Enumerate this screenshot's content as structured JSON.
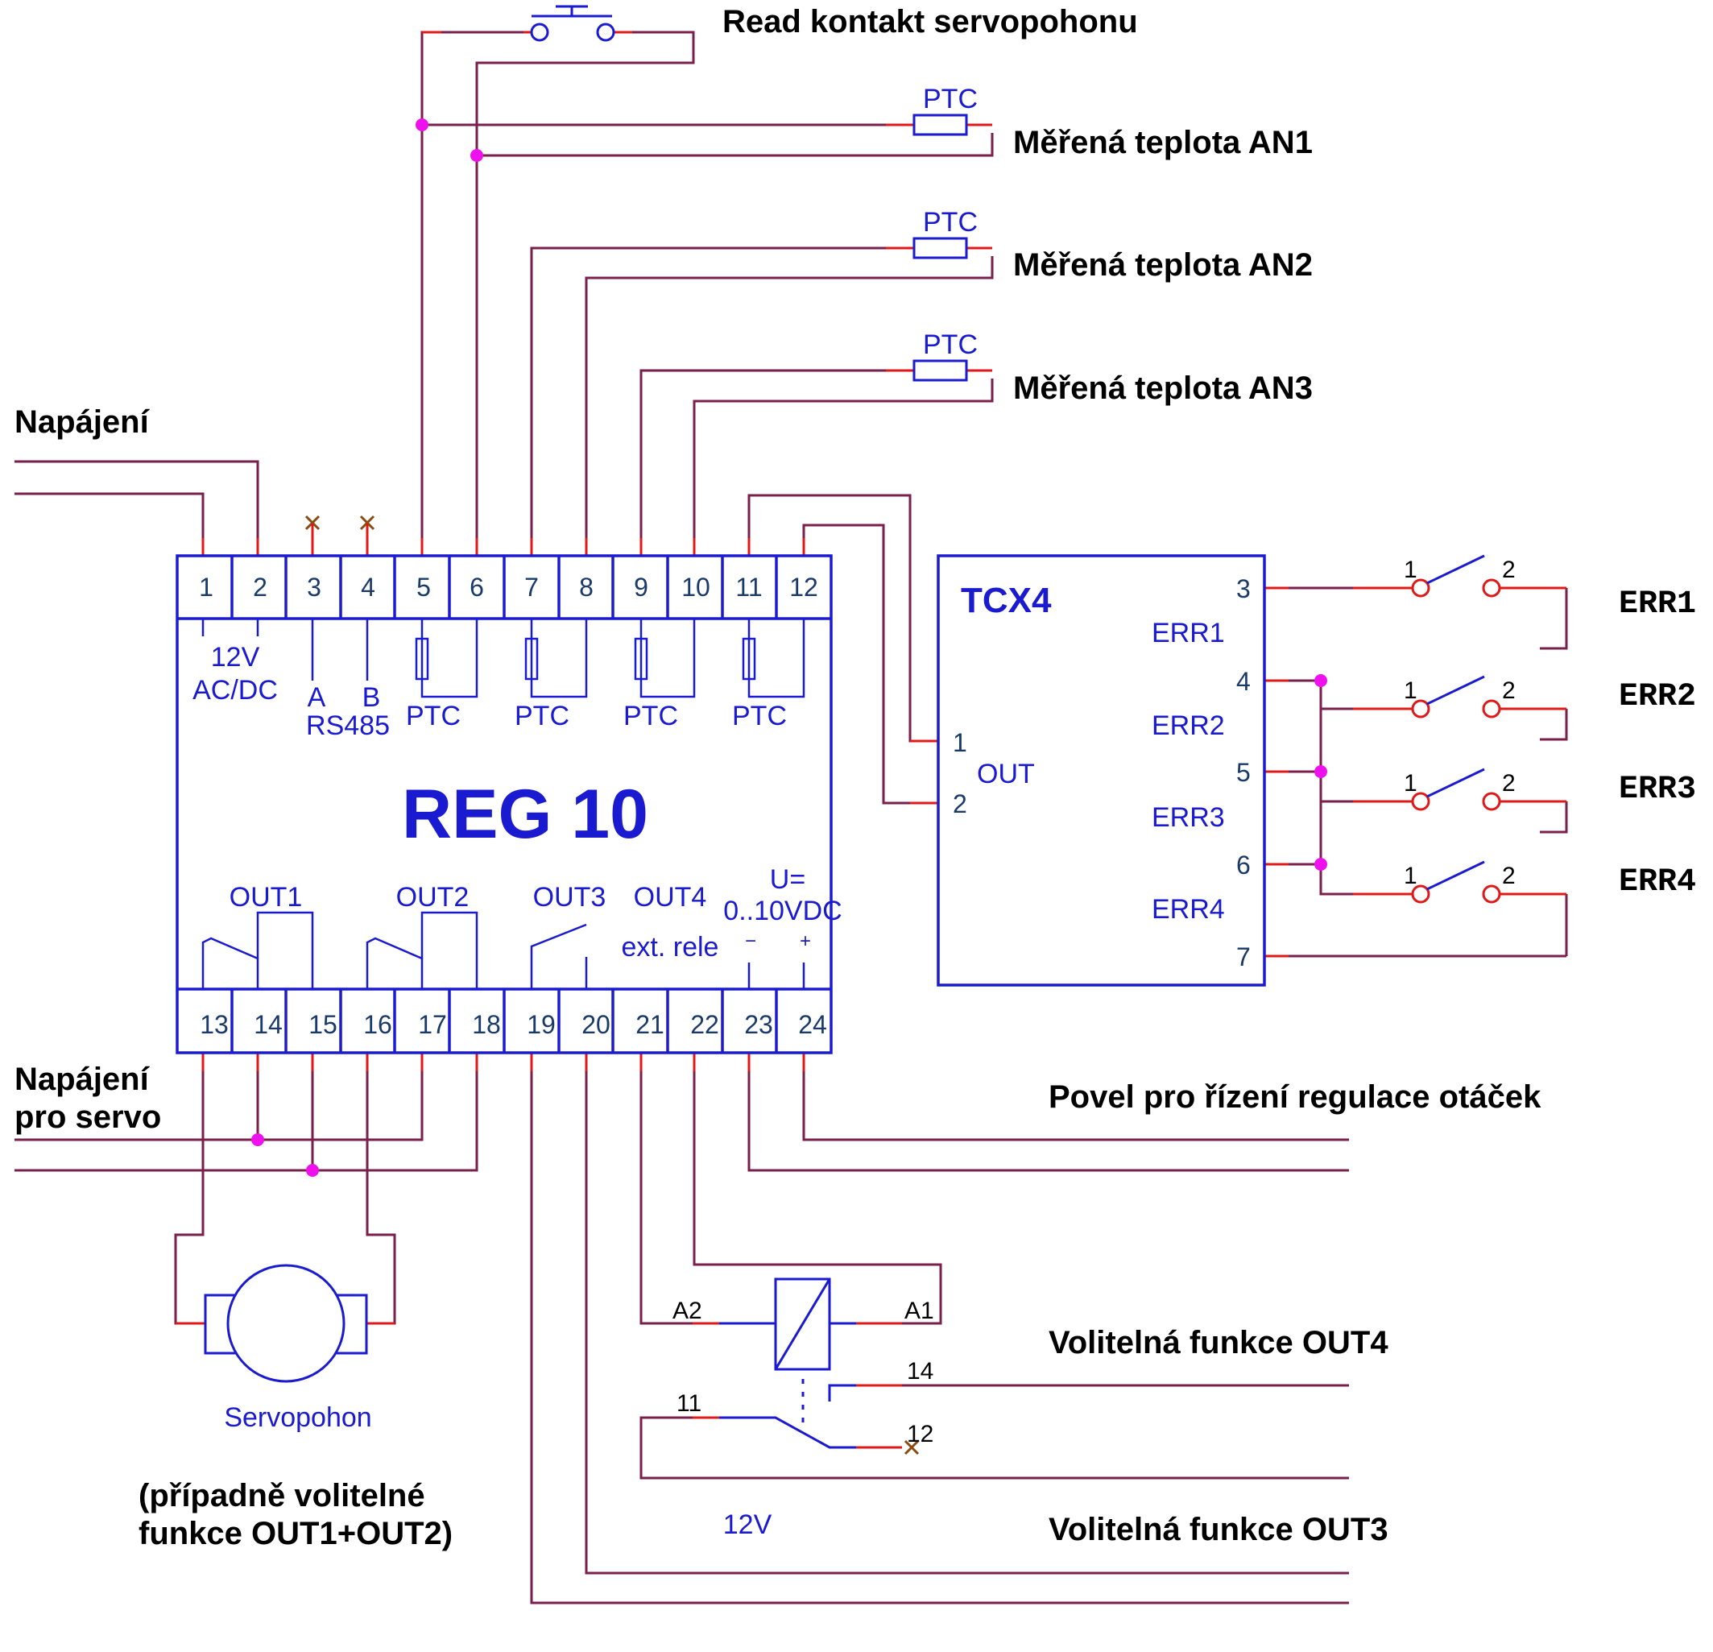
{
  "labels": {
    "reed": "Read kontakt servopohonu",
    "an1": "Měřená teplota AN1",
    "an2": "Měřená teplota AN2",
    "an3": "Měřená teplota AN3",
    "power": "Napájení",
    "servo_power_1": "Napájení",
    "servo_power_2": "pro servo",
    "speed_cmd": "Povel pro řízení regulace otáček",
    "opt_out4": "Volitelná funkce OUT4",
    "opt_out3": "Volitelná funkce OUT3",
    "servo": "Servopohon",
    "note1": "(případně volitelné",
    "note2": "funkce OUT1+OUT2)",
    "v12": "12V",
    "ptc": "PTC"
  },
  "reg10": {
    "title": "REG 10",
    "top_terminals": [
      "1",
      "2",
      "3",
      "4",
      "5",
      "6",
      "7",
      "8",
      "9",
      "10",
      "11",
      "12"
    ],
    "bottom_terminals": [
      "13",
      "14",
      "15",
      "16",
      "17",
      "18",
      "19",
      "20",
      "21",
      "22",
      "23",
      "24"
    ],
    "supply_1": "12V",
    "supply_2": "AC/DC",
    "rs_a": "A",
    "rs_b": "B",
    "rs485": "RS485",
    "ptc": "PTC",
    "out1": "OUT1",
    "out2": "OUT2",
    "out3": "OUT3",
    "out4": "OUT4",
    "ext_rele": "ext. rele",
    "u_label_1": "U=",
    "u_label_2": "0..10VDC",
    "minus": "−",
    "plus": "+"
  },
  "tcx4": {
    "title": "TCX4",
    "out": "OUT",
    "pin1": "1",
    "pin2": "2",
    "pins_right": [
      "3",
      "4",
      "5",
      "6",
      "7"
    ],
    "err_labels": [
      "ERR1",
      "ERR2",
      "ERR3",
      "ERR4"
    ]
  },
  "switches": {
    "err": [
      "ERR1",
      "ERR2",
      "ERR3",
      "ERR4"
    ],
    "pin1": "1",
    "pin2": "2"
  },
  "relay": {
    "a1": "A1",
    "a2": "A2",
    "p11": "11",
    "p12": "12",
    "p14": "14"
  },
  "colors": {
    "wire": "#7a1f4c",
    "terminal_lead": "#e01818",
    "component": "#1a1ad0",
    "junction": "#ee11ee",
    "unconnected": "#8a4a10"
  }
}
